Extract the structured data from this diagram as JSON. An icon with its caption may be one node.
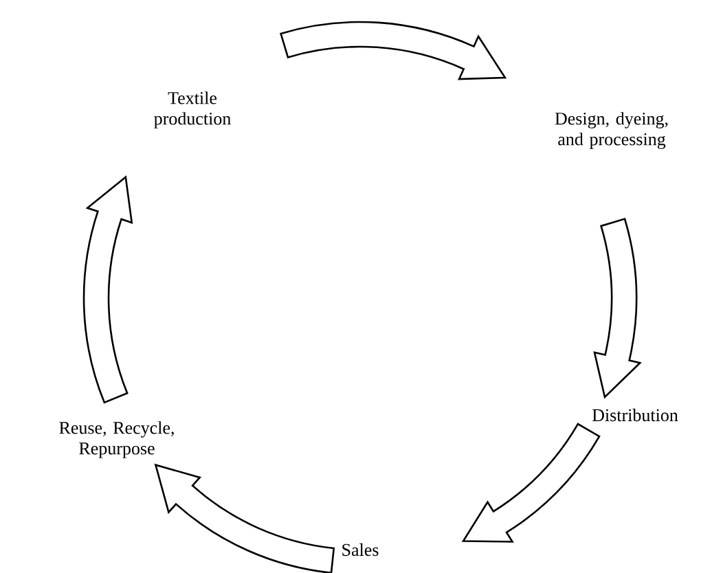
{
  "diagram": {
    "nodes": [
      {
        "text": [
          "Textile production"
        ]
      },
      {
        "text": [
          "Design, dyeing, and processing"
        ]
      },
      {
        "text": [
          "Distribution"
        ]
      },
      {
        "text": [
          "Sales"
        ]
      },
      {
        "text": [
          "Reuse, Recycle, Repurpose"
        ]
      }
    ],
    "edges": [
      {
        "from": 0,
        "to": 1,
        "arrow": "to"
      },
      {
        "from": 1,
        "to": 2,
        "arrow": "to"
      },
      {
        "from": 2,
        "to": 3,
        "arrow": "to"
      },
      {
        "from": 3,
        "to": 4,
        "arrow": "to"
      },
      {
        "from": 4,
        "to": 0,
        "arrow": "to"
      }
    ]
  }
}
